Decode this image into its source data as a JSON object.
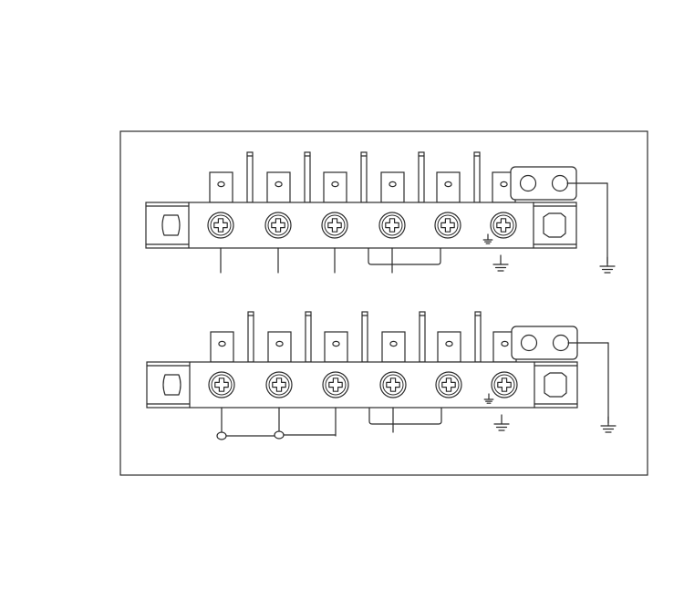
{
  "diagram": {
    "stroke_color": "#2b2b2b",
    "background_color": "#ffffff",
    "panels": [
      {
        "id": "top",
        "terminal_count": 6,
        "screw_icon": "phillips-screw-icon",
        "ground_icon": "ground-symbol-icon",
        "bottom_wiring": "individual-leads",
        "has_ground_tab_lead": true,
        "has_bridged_middle_terminals": true
      },
      {
        "id": "bottom",
        "terminal_count": 6,
        "screw_icon": "phillips-screw-icon",
        "ground_icon": "ground-symbol-icon",
        "bottom_wiring": "linked-leads-with-junctions",
        "has_ground_tab_lead": true,
        "has_bridged_middle_terminals": true
      }
    ]
  }
}
